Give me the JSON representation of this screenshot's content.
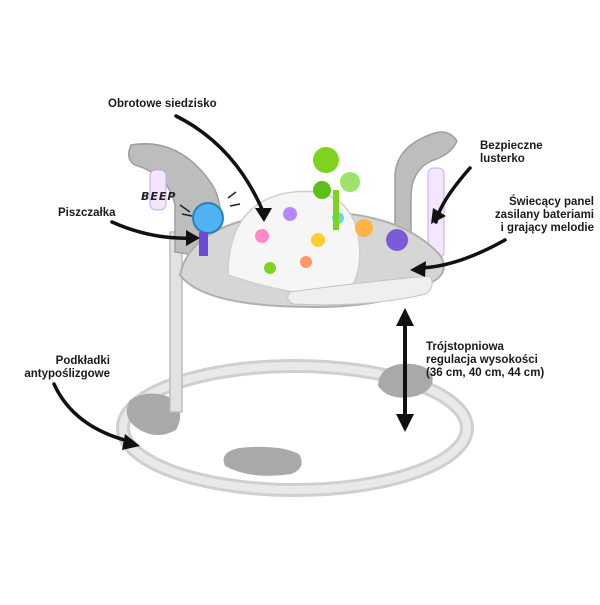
{
  "labels": {
    "seat": "Obrotowe siedzisko",
    "mirror": "Bezpieczne\nlusterko",
    "squeaker": "Piszczałka",
    "panel": "Świecący panel\nzasilany bateriami\ni grający melodie",
    "pads": "Podkładki\nantypoślizgowe",
    "height": "Trójstopniowa\nregulacja wysokości\n(36 cm, 40 cm, 44 cm)"
  },
  "toy_text": {
    "beep": "BEEP"
  },
  "colors": {
    "frame_gray": "#bdbdbd",
    "frame_dark": "#9e9e9e",
    "tube": "#e6e6e6",
    "tray": "#d9d9d9",
    "arrow": "#111111",
    "leaf_green": "#7ed321",
    "seat_white": "#f5f5f5"
  }
}
